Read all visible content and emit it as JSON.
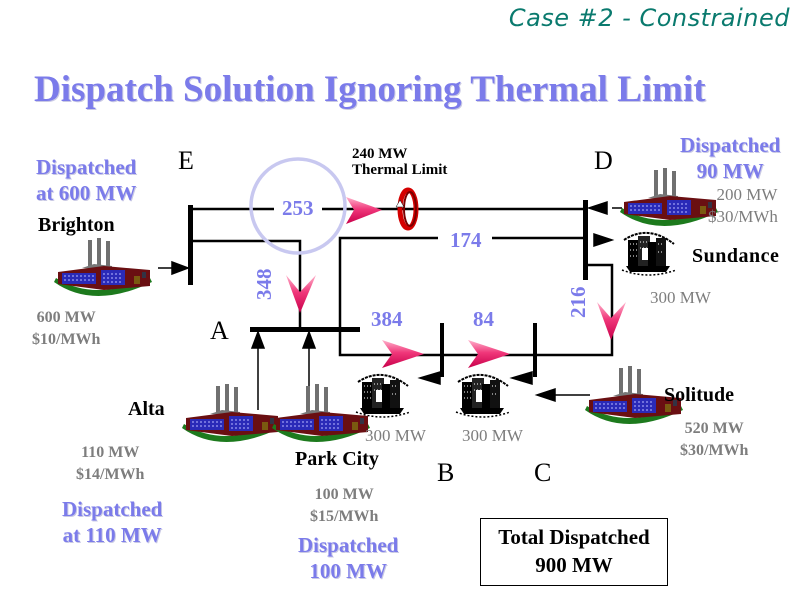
{
  "header": {
    "case_label": "Case #2 - Constrained",
    "title": "Dispatch Solution Ignoring Thermal Limit"
  },
  "buses": {
    "A": "A",
    "B": "B",
    "C": "C",
    "D": "D",
    "E": "E"
  },
  "generators": {
    "brighton": {
      "name": "Brighton",
      "capacity": "600 MW",
      "price": "$10/MWh",
      "dispatch_line1": "Dispatched",
      "dispatch_line2": "at 600 MW"
    },
    "alta": {
      "name": "Alta",
      "capacity": "110 MW",
      "price": "$14/MWh",
      "dispatch_line1": "Dispatched",
      "dispatch_line2": "at 110 MW"
    },
    "park_city": {
      "name": "Park City",
      "capacity": "100 MW",
      "price": "$15/MWh",
      "dispatch_line1": "Dispatched",
      "dispatch_line2": "100 MW"
    },
    "sundance": {
      "name": "Sundance",
      "capacity": "200 MW",
      "price": "$30/MWh",
      "dispatch_line1": "Dispatched",
      "dispatch_line2": "90 MW"
    },
    "solitude": {
      "name": "Solitude",
      "capacity": "520 MW",
      "price": "$30/MWh"
    }
  },
  "loads": {
    "sundance_load": "300 MW",
    "bus_b_load": "300 MW",
    "bus_c_load": "300 MW"
  },
  "flows": {
    "e_to_d": "253",
    "e_to_a": "348",
    "e_d_lower": "174",
    "d_to_c": "216",
    "a_to_b": "384",
    "b_to_c": "84"
  },
  "thermal_limit": {
    "line1": "240 MW",
    "line2": "Thermal Limit"
  },
  "total": {
    "line1": "Total Dispatched",
    "line2": "900 MW"
  },
  "colors": {
    "accent_blue": "#7b7bea",
    "case_teal": "#0a7a6e",
    "flow_arrow": "#e8105a",
    "limit_red": "#d40000",
    "spec_gray": "#7d7d7d"
  }
}
